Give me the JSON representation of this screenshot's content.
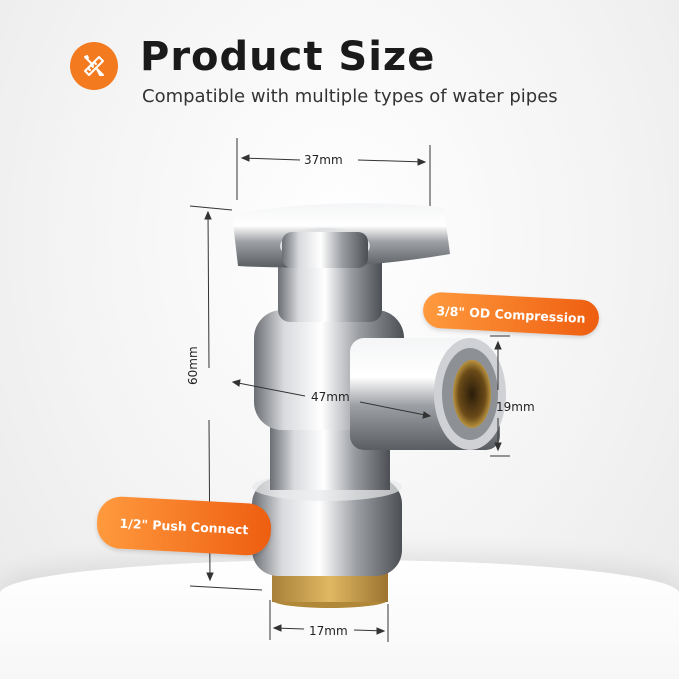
{
  "header": {
    "title": "Product Size",
    "subtitle": "Compatible with multiple types of water pipes",
    "icon": "ruler-pencil-icon",
    "accent_color": "#f47a20"
  },
  "dimensions": {
    "width_top": "37mm",
    "height": "60mm",
    "depth": "47mm",
    "outlet_diameter": "19mm",
    "inlet_diameter": "17mm"
  },
  "labels": {
    "outlet": "3/8\" OD Compression",
    "inlet": "1/2\" Push Connect"
  }
}
